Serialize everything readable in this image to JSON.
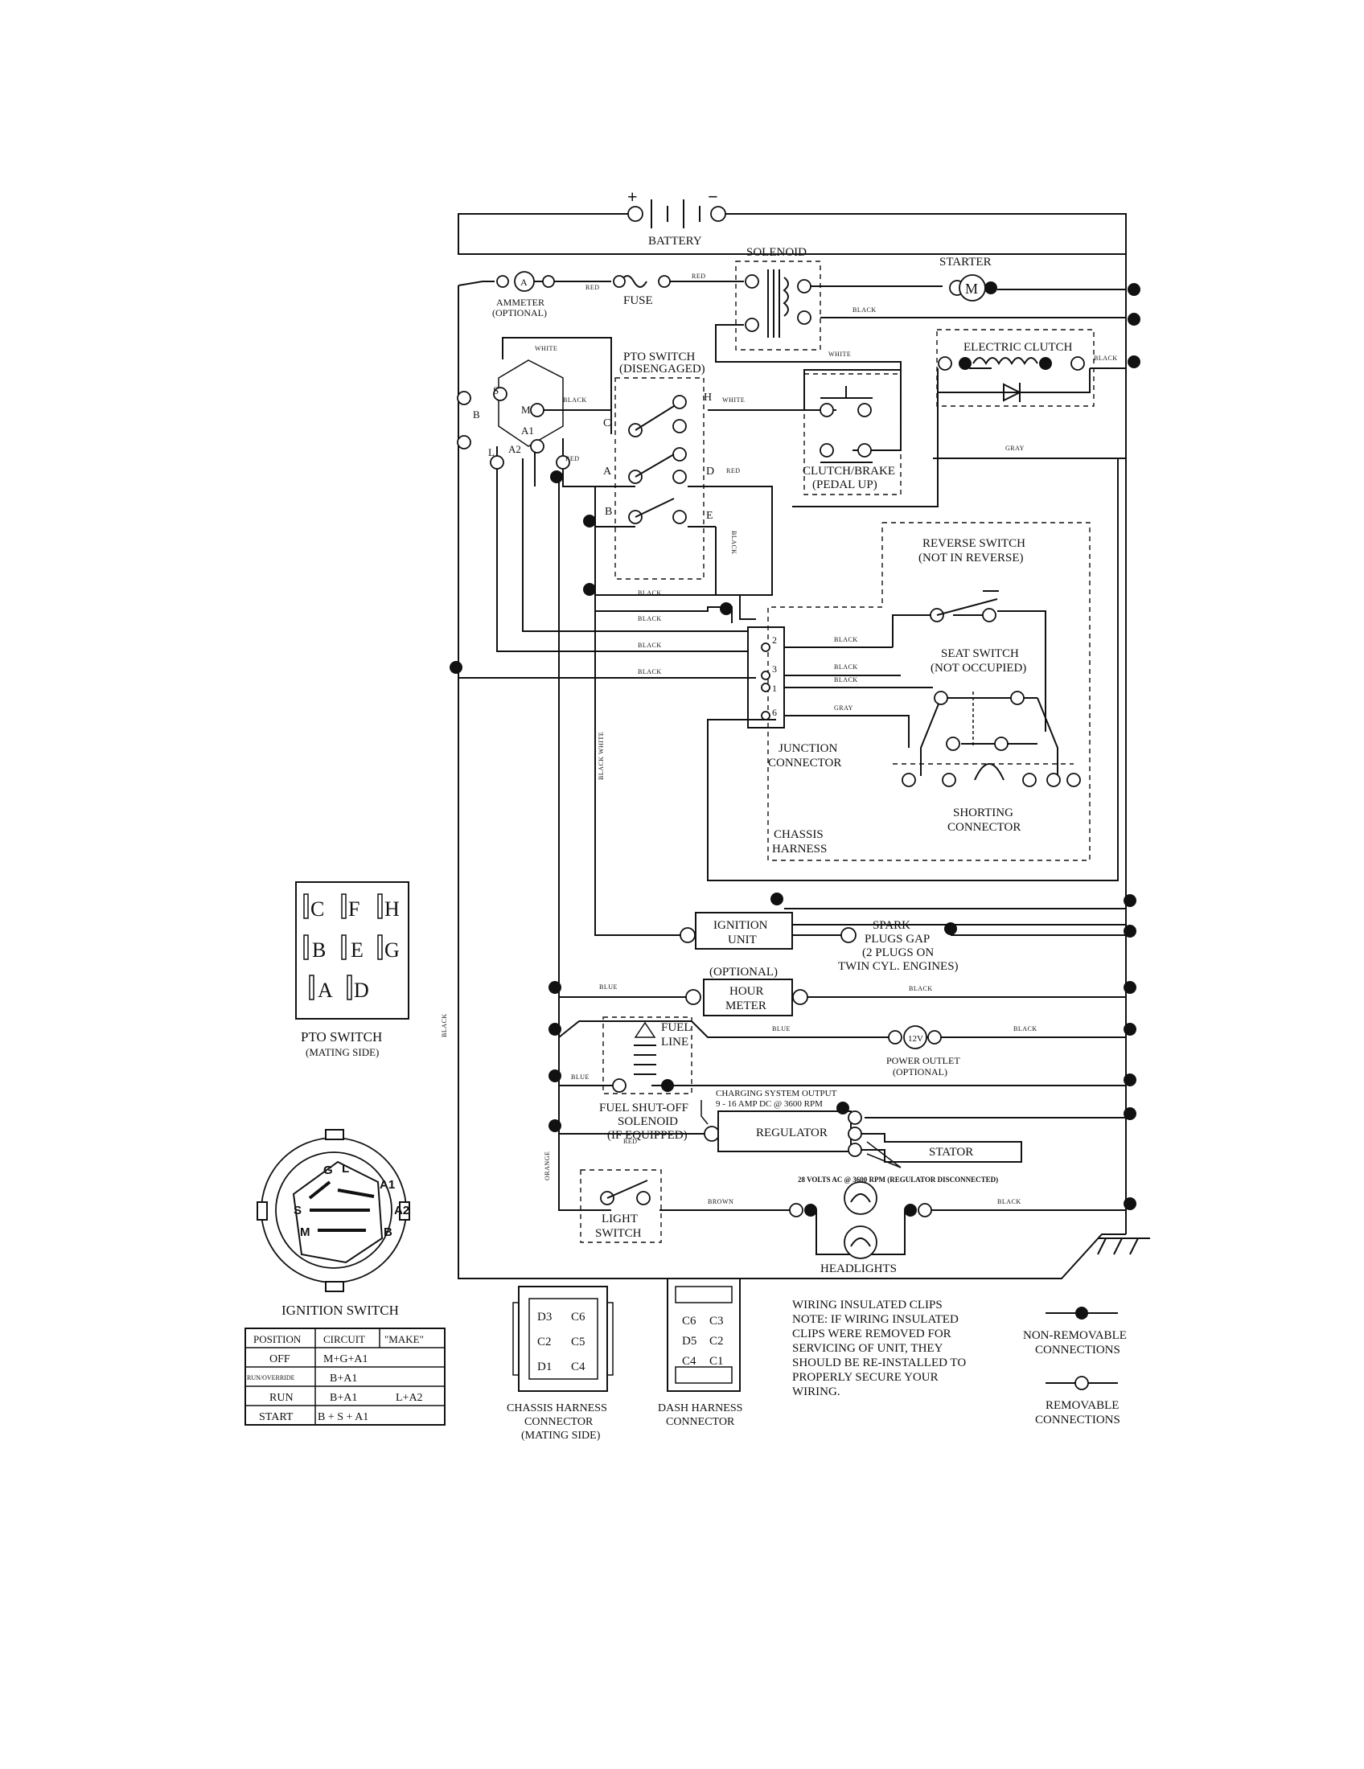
{
  "labels": {
    "battery": "BATTERY",
    "battery_plus": "+",
    "battery_minus": "−",
    "solenoid": "SOLENOID",
    "starter": "STARTER",
    "starter_m": "M",
    "ammeter": "AMMETER",
    "ammeter_optional": "(OPTIONAL)",
    "ammeter_a": "A",
    "fuse": "FUSE",
    "pto_switch_title": "PTO SWITCH",
    "pto_disengaged": "(DISENGAGED)",
    "electric_clutch": "ELECTRIC CLUTCH",
    "clutch_brake": "CLUTCH/BRAKE",
    "pedal_up": "(PEDAL UP)",
    "reverse_switch": "REVERSE SWITCH",
    "not_in_reverse": "(NOT IN REVERSE)",
    "seat_switch": "SEAT SWITCH",
    "not_occupied": "(NOT OCCUPIED)",
    "junction": "JUNCTION",
    "connector": "CONNECTOR",
    "shorting": "SHORTING",
    "shorting_connector": "CONNECTOR",
    "chassis": "CHASSIS",
    "harness": "HARNESS",
    "ignition_unit_1": "IGNITION",
    "ignition_unit_2": "UNIT",
    "spark_1": "SPARK",
    "spark_2": "PLUGS GAP",
    "spark_3": "(2 PLUGS ON",
    "spark_4": "TWIN CYL. ENGINES)",
    "optional": "(OPTIONAL)",
    "hour_1": "HOUR",
    "hour_2": "METER",
    "fuel_1": "FUEL",
    "fuel_2": "LINE",
    "outlet_12v": "12V",
    "power_outlet": "POWER OUTLET",
    "outlet_optional": "(OPTIONAL)",
    "fuel_shutoff_1": "FUEL SHUT-OFF",
    "fuel_shutoff_2": "SOLENOID",
    "fuel_shutoff_3": "(IF EQUIPPED)",
    "charging_1": "CHARGING SYSTEM OUTPUT",
    "charging_2": "9 - 16 AMP DC @ 3600 RPM",
    "regulator": "REGULATOR",
    "stator": "STATOR",
    "ac_note": "28 VOLTS AC @ 3600 RPM (REGULATOR DISCONNECTED)",
    "light_1": "LIGHT",
    "light_2": "SWITCH",
    "headlights": "HEADLIGHTS",
    "pto_mating_1": "PTO SWITCH",
    "pto_mating_2": "(MATING SIDE)",
    "ignition_switch": "IGNITION SWITCH",
    "chassis_conn_1": "CHASSIS HARNESS",
    "chassis_conn_2": "CONNECTOR",
    "chassis_conn_3": "(MATING SIDE)",
    "dash_conn_1": "DASH HARNESS",
    "dash_conn_2": "CONNECTOR",
    "clips_1": "WIRING INSULATED CLIPS",
    "clips_2": "NOTE:  IF WIRING INSULATED",
    "clips_3": "CLIPS WERE REMOVED FOR",
    "clips_4": "SERVICING OF UNIT, THEY",
    "clips_5": "SHOULD BE RE-INSTALLED TO",
    "clips_6": "PROPERLY SECURE YOUR",
    "clips_7": "WIRING.",
    "nonremovable_1": "NON-REMOVABLE",
    "nonremovable_2": "CONNECTIONS",
    "removable_1": "REMOVABLE",
    "removable_2": "CONNECTIONS"
  },
  "wire_colors": {
    "red": "RED",
    "black": "BLACK",
    "white": "WHITE",
    "gray": "GRAY",
    "blue": "BLUE",
    "orange": "ORANGE",
    "brown": "BROWN",
    "black_white": "BLACK WHITE"
  },
  "ignition_terminals": [
    "B",
    "S",
    "M",
    "A1",
    "L",
    "A2"
  ],
  "ignition_switch_face": [
    "G",
    "L",
    "A1",
    "S",
    "A2",
    "M",
    "B"
  ],
  "pto_terminals": [
    "C",
    "H",
    "A",
    "D",
    "B",
    "E"
  ],
  "pto_mating_grid": [
    "C",
    "F",
    "H",
    "B",
    "E",
    "G",
    "A",
    "D"
  ],
  "junction_pins": [
    "2",
    "3",
    "1",
    "6"
  ],
  "chassis_pins": [
    "D3",
    "C6",
    "C2",
    "C5",
    "D1",
    "C4"
  ],
  "dash_pins": [
    "C6",
    "C3",
    "D5",
    "C2",
    "C4",
    "C1"
  ],
  "ignition_table": {
    "headers": [
      "POSITION",
      "CIRCUIT",
      "\"MAKE\""
    ],
    "rows": [
      [
        "OFF",
        "M+G+A1",
        ""
      ],
      [
        "RUN/OVERRIDE",
        "B+A1",
        ""
      ],
      [
        "RUN",
        "B+A1",
        "L+A2"
      ],
      [
        "START",
        "B + S + A1",
        ""
      ]
    ]
  }
}
